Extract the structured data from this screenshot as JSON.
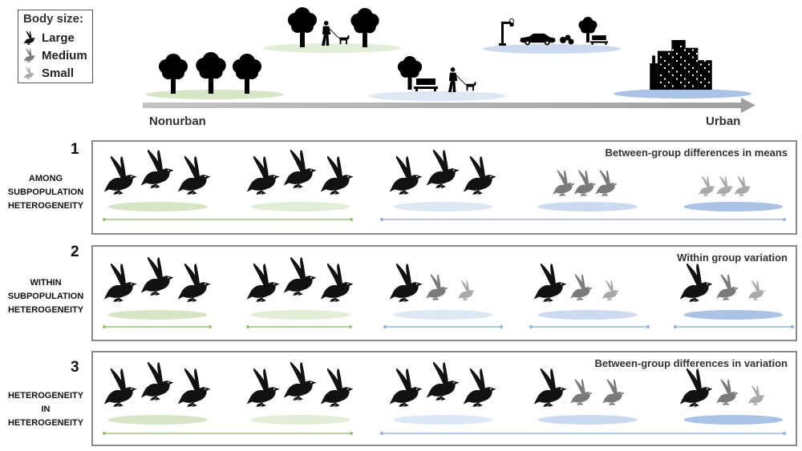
{
  "legend": {
    "title": "Body size:",
    "items": [
      {
        "label": "Large",
        "color": "#111111",
        "size": "large"
      },
      {
        "label": "Medium",
        "color": "#7a7a7a",
        "size": "medium"
      },
      {
        "label": "Small",
        "color": "#a9a9a9",
        "size": "small"
      }
    ]
  },
  "gradient": {
    "left_label": "Nonurban",
    "right_label": "Urban",
    "habitats": [
      {
        "type": "forest",
        "ellipse_color": "#d6e6c4"
      },
      {
        "type": "park",
        "ellipse_color": "#e2eed6"
      },
      {
        "type": "suburb",
        "ellipse_color": "#dde8f5"
      },
      {
        "type": "street",
        "ellipse_color": "#cbdaf0"
      },
      {
        "type": "city",
        "ellipse_color": "#a9c2e6"
      }
    ]
  },
  "colors": {
    "large": "#111111",
    "medium": "#7a7a7a",
    "small": "#a9a9a9",
    "green_line": "#9cc47a",
    "blue_line": "#9ab6dd"
  },
  "panels": [
    {
      "number": "1",
      "side_label": [
        "AMONG",
        "SUBPOPULATION",
        "HETEROGENEITY"
      ],
      "title": "Between-group differences in means",
      "groups": [
        [
          "large",
          "large",
          "large"
        ],
        [
          "large",
          "large",
          "large"
        ],
        [
          "large",
          "large",
          "large"
        ],
        [
          "medium",
          "medium",
          "medium"
        ],
        [
          "small",
          "small",
          "small"
        ]
      ]
    },
    {
      "number": "2",
      "side_label": [
        "WITHIN",
        "SUBPOPULATION",
        "HETEROGENEITY"
      ],
      "title": "Within group variation",
      "groups": [
        [
          "large",
          "large",
          "large"
        ],
        [
          "large",
          "large",
          "large"
        ],
        [
          "large",
          "medium",
          "small"
        ],
        [
          "large",
          "medium",
          "small"
        ],
        [
          "large",
          "medium",
          "small"
        ]
      ]
    },
    {
      "number": "3",
      "side_label": [
        "HETEROGENEITY",
        "IN",
        "HETEROGENEITY"
      ],
      "title": "Between-group differences in variation",
      "groups": [
        [
          "large",
          "large",
          "large"
        ],
        [
          "large",
          "large",
          "large"
        ],
        [
          "large",
          "large",
          "large"
        ],
        [
          "large",
          "medium",
          "medium"
        ],
        [
          "large",
          "medium",
          "small"
        ]
      ]
    }
  ]
}
